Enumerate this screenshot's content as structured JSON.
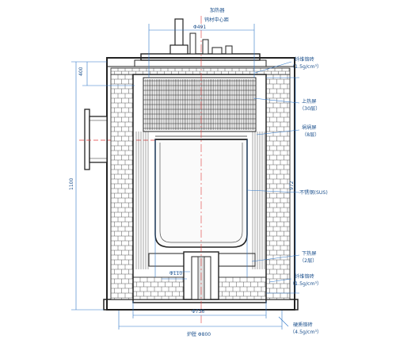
{
  "labels": {
    "heater": "加热器",
    "center": "钨材中心距",
    "top_dia": "Φ491",
    "fiber_brick_top": "纤维铬砖",
    "fiber_brick_top_density": "（1.5g/cm³）",
    "upper_shield": "上热屏",
    "upper_shield_count": "（30层）",
    "crucible_shield": "埚埚屏",
    "crucible_shield_count": "（8层）",
    "stainless": "不锈钢(SUS)",
    "lower_shield": "下热屏",
    "lower_shield_count": "（2层）",
    "fiber_brick_bottom": "纤维铬砖",
    "fiber_brick_bottom_density": "（1.5g/cm³）",
    "hard_brick": "硬质铬砖",
    "hard_brick_density": "（4.5g/cm³）",
    "dim_left_top": "400",
    "dim_height": "1100",
    "dim_inner": "972",
    "dim_bottom_inner": "Φ736",
    "dim_bottom_outer": "炉膛 Φ800",
    "dim_small": "Φ110"
  },
  "colors": {
    "blueprint": "#2f77c8",
    "label": "#1a4f8c",
    "outline": "#222222",
    "axis": "#e23b3b"
  }
}
